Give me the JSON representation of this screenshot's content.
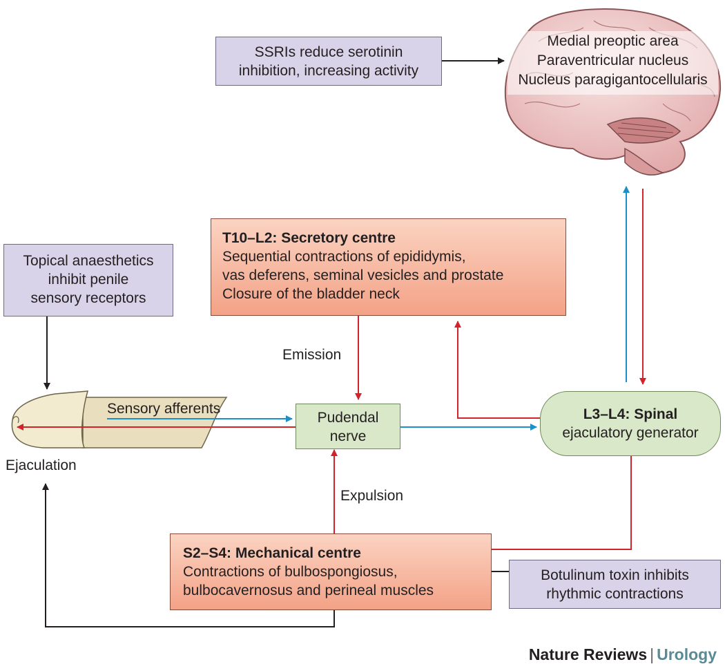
{
  "ssri_box": {
    "line1": "SSRIs reduce serotinin",
    "line2": "inhibition, increasing activity"
  },
  "brain": {
    "line1": "Medial preoptic area",
    "line2": "Paraventricular nucleus",
    "line3": "Nucleus paragigantocellularis"
  },
  "topical_box": {
    "line1": "Topical anaesthetics",
    "line2": "inhibit penile",
    "line3": "sensory receptors"
  },
  "secretory_box": {
    "title": "T10–L2: Secretory centre",
    "line1": "Sequential contractions of epididymis,",
    "line2": "vas deferens, seminal vesicles and prostate",
    "line3": "Closure of the bladder neck"
  },
  "labels": {
    "emission": "Emission",
    "expulsion": "Expulsion",
    "sensory_afferents": "Sensory afferents",
    "ejaculation": "Ejaculation"
  },
  "pudendal_box": {
    "line1": "Pudendal",
    "line2": "nerve"
  },
  "spinal_box": {
    "title": "L3–L4: Spinal",
    "line1": "ejaculatory generator"
  },
  "mechanical_box": {
    "title": "S2–S4: Mechanical centre",
    "line1": "Contractions of bulbospongiosus,",
    "line2": "bulbocavernosus and perineal muscles"
  },
  "botulinum_box": {
    "line1": "Botulinum toxin inhibits",
    "line2": "rhythmic contractions"
  },
  "footer": {
    "journal": "Nature Reviews",
    "separator": "|",
    "section": "Urology"
  },
  "colors": {
    "red_arrow": "#d2232a",
    "blue_arrow": "#1e8fc6",
    "black_arrow": "#231f20"
  }
}
